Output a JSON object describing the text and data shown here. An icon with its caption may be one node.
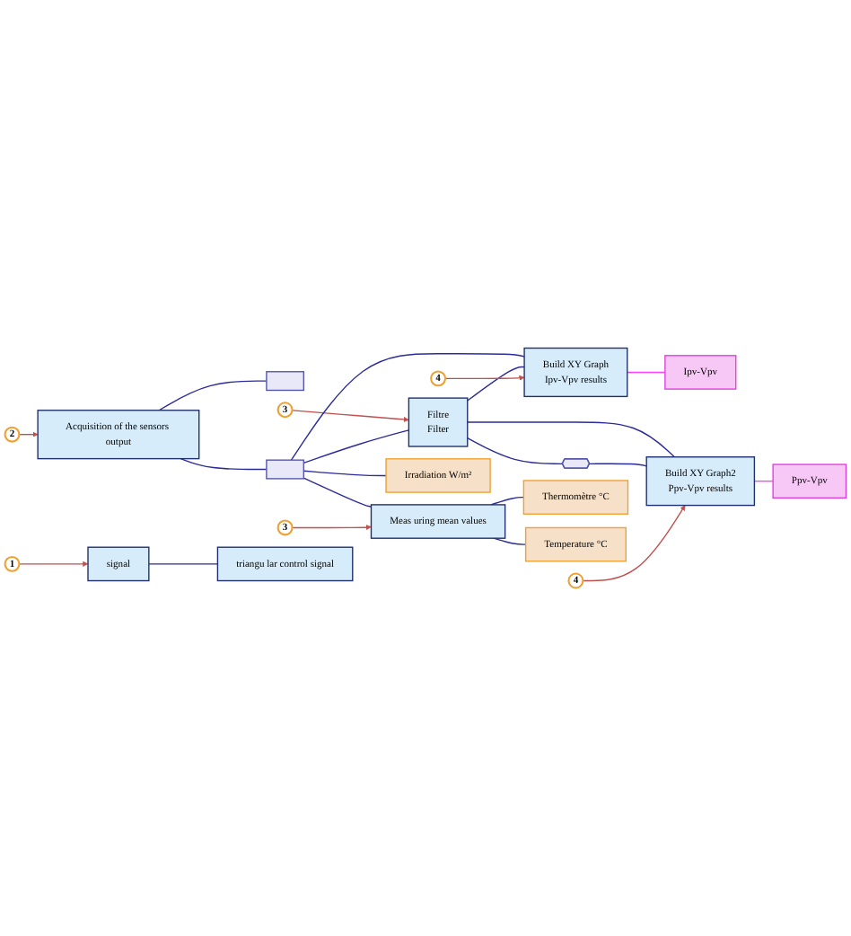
{
  "diagram": {
    "nodes": [
      {
        "text": [
          "2"
        ]
      },
      {
        "text": [
          "Acquisition of the sensors output"
        ]
      },
      {
        "text": [],
        "shape": "box"
      },
      {
        "text": [],
        "shape": "box"
      },
      {
        "text": [
          "3"
        ]
      },
      {
        "text": [
          "Filtre",
          "Filter"
        ]
      },
      {
        "text": [
          "Meas uring mean values"
        ]
      },
      {
        "text": [
          "3"
        ]
      },
      {
        "text": [
          "Build XY Graph",
          "Ipv-Vpv results"
        ]
      },
      {
        "text": [
          "4"
        ]
      },
      {
        "text": [
          "Ipv-Vpv"
        ]
      },
      {
        "text": [
          "Build XY Graph2",
          "Ppv-Vpv results"
        ]
      },
      {
        "text": [
          "4"
        ]
      },
      {
        "text": [
          "Ppv-Vpv"
        ]
      },
      {
        "text": [],
        "shape": "triangle"
      },
      {
        "text": [
          "Thermomètre °C"
        ]
      },
      {
        "text": [
          "Irradiation W/m²"
        ]
      },
      {
        "text": [
          "Temperature °C"
        ]
      },
      {
        "text": [
          "1"
        ]
      },
      {
        "text": [
          "signal"
        ]
      },
      {
        "text": [
          "triangu lar control signal"
        ]
      }
    ],
    "edges": [
      {
        "from": 0,
        "to": 1,
        "arrow": "to",
        "color": "#c0504d"
      },
      {
        "from": 1,
        "to": 2,
        "arrow": "none"
      },
      {
        "from": 1,
        "to": 3,
        "arrow": "none"
      },
      {
        "from": 4,
        "to": 5,
        "arrow": "to",
        "color": "#c0504d"
      },
      {
        "from": 3,
        "to": 5,
        "arrow": "none"
      },
      {
        "from": 3,
        "to": 8,
        "arrow": "none"
      },
      {
        "from": 3,
        "to": 6,
        "arrow": "none"
      },
      {
        "from": 3,
        "to": 16,
        "arrow": "none"
      },
      {
        "from": 5,
        "to": 8,
        "arrow": "none"
      },
      {
        "from": 5,
        "to": 11,
        "arrow": "none"
      },
      {
        "from": 5,
        "to": 14,
        "arrow": "none"
      },
      {
        "from": 14,
        "to": 11,
        "arrow": "none"
      },
      {
        "from": 7,
        "to": 6,
        "arrow": "to",
        "color": "#c0504d"
      },
      {
        "from": 6,
        "to": 15,
        "arrow": "none"
      },
      {
        "from": 6,
        "to": 17,
        "arrow": "none"
      },
      {
        "from": 9,
        "to": 8,
        "arrow": "to",
        "color": "#c0504d"
      },
      {
        "from": 8,
        "to": 10,
        "arrow": "none",
        "color": "#ff40ff"
      },
      {
        "from": 12,
        "to": 11,
        "arrow": "to",
        "color": "#c0504d"
      },
      {
        "from": 11,
        "to": 13,
        "arrow": "none",
        "color": "#ff40ff"
      },
      {
        "from": 18,
        "to": 19,
        "arrow": "to",
        "color": "#c0504d"
      },
      {
        "from": 19,
        "to": 20,
        "arrow": "none"
      }
    ]
  }
}
